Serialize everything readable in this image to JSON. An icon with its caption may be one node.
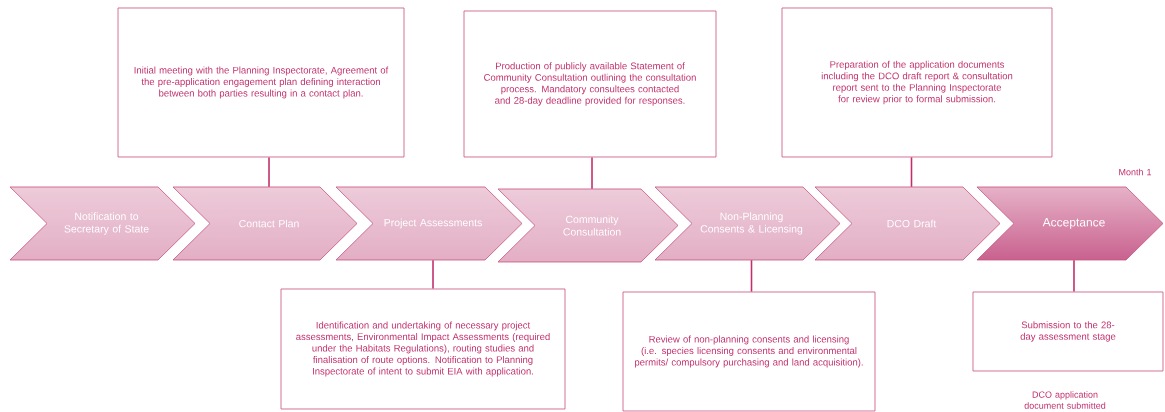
{
  "diagram": {
    "nodes": [
      {
        "text": [
          "Initial meeting with the Planning Inspectorate, Agreement of the pre-application engagement plan defining interaction between both parties resulting in a contact plan."
        ]
      },
      {
        "text": [
          "Production of publicly available Statement of Community Consultation outlining the consultation process. Mandatory consultees contacted and 28-day deadline provided for responses."
        ]
      },
      {
        "text": [
          "Preparation of the application documents including the DCO draft report & consultation report sent to the Planning Inspectorate for review prior to formal submission."
        ]
      },
      {
        "text": [
          "Notification to Secretary of State"
        ]
      },
      {
        "text": [
          "Contact Plan"
        ]
      },
      {
        "text": [
          "Project Assessments"
        ]
      },
      {
        "text": [
          "Community Consultation"
        ]
      },
      {
        "text": [
          "Non-Planning Consents & Licensing"
        ]
      },
      {
        "text": [
          "DCO Draft"
        ]
      },
      {
        "text": [
          "Acceptance"
        ]
      },
      {
        "text": [
          "Identification and undertaking of necessary project assessments, Environmental Impact Assessments (required under the Habitats Regulations), routing studies and finalisation of route options. Notification to Planning Inspectorate of intent to submit EIA with application."
        ]
      },
      {
        "text": [
          "Review of non-planning consents and licensing (i.e. species licensing consents and environmental permits/ compulsory purchasing and land acquisition)."
        ]
      },
      {
        "text": [
          "Submission to the 28-day assessment stage"
        ]
      }
    ],
    "edges": [
      {
        "from": 4,
        "to": 0,
        "arrow": "none"
      },
      {
        "from": 6,
        "to": 1,
        "arrow": "none"
      },
      {
        "from": 8,
        "to": 2,
        "arrow": "none"
      },
      {
        "from": 5,
        "to": 10,
        "arrow": "none"
      },
      {
        "from": 7,
        "to": 11,
        "arrow": "none"
      },
      {
        "from": 9,
        "to": 12,
        "arrow": "none"
      }
    ],
    "labels": [
      "Month 1",
      "DCO application document submitted"
    ]
  }
}
